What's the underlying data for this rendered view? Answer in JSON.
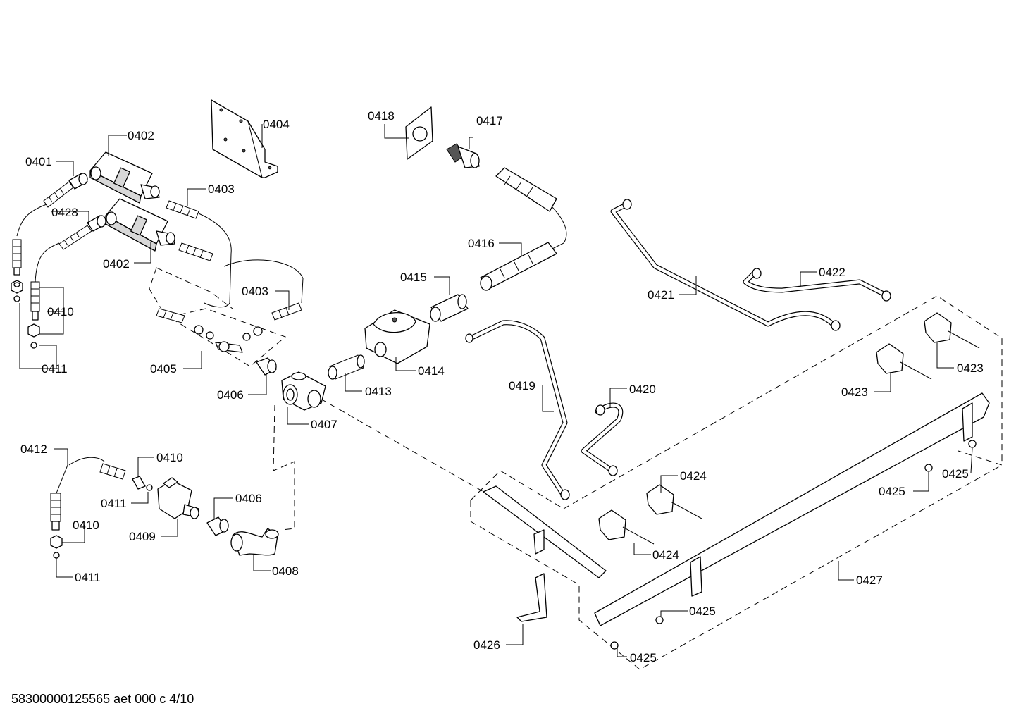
{
  "labels": {
    "p0401": "0401",
    "p0402a": "0402",
    "p0402b": "0402",
    "p0403a": "0403",
    "p0403b": "0403",
    "p0404": "0404",
    "p0405": "0405",
    "p0406a": "0406",
    "p0406b": "0406",
    "p0407": "0407",
    "p0408": "0408",
    "p0409": "0409",
    "p0410a": "0410",
    "p0410b": "0410",
    "p0410c": "0410",
    "p0411a": "0411",
    "p0411b": "0411",
    "p0411c": "0411",
    "p0412": "0412",
    "p0413": "0413",
    "p0414": "0414",
    "p0415": "0415",
    "p0416": "0416",
    "p0417": "0417",
    "p0418": "0418",
    "p0419": "0419",
    "p0420": "0420",
    "p0421": "0421",
    "p0422": "0422",
    "p0423a": "0423",
    "p0423b": "0423",
    "p0424a": "0424",
    "p0424b": "0424",
    "p0425a": "0425",
    "p0425b": "0425",
    "p0425c": "0425",
    "p0425d": "0425",
    "p0426": "0426",
    "p0427": "0427",
    "p0428": "0428"
  },
  "footer": {
    "doc_code": "58300000125565 aet 000 c 4/10"
  }
}
